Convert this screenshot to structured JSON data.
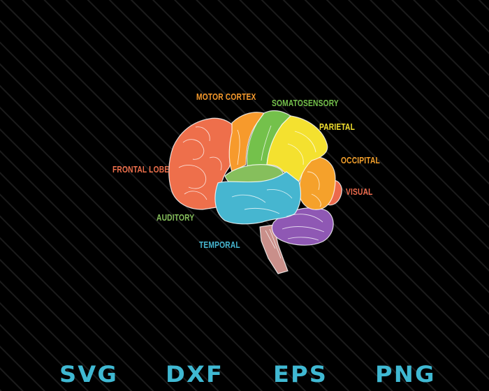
{
  "labels": {
    "motor_cortex": "MOTOR CORTEX",
    "somatosensory": "SOMATOSENSORY",
    "parietal": "PARIETAL",
    "occipital": "OCCIPITAL",
    "frontal_lobe": "FRONTAL LOBE",
    "visual": "VISUAL",
    "auditory": "AUDITORY",
    "temporal": "TEMPORAL"
  },
  "formats": [
    "SVG",
    "DXF",
    "EPS",
    "PNG"
  ],
  "colors": {
    "background": "#000000",
    "frontal": "#ee6f4b",
    "motor": "#f79a2c",
    "somatosensory": "#74c14b",
    "parietal": "#f4e12f",
    "occipital": "#f5a12b",
    "visual": "#ec6a4c",
    "temporal": "#46b6d0",
    "auditory": "#86bf5c",
    "cerebellum": "#8f58b4",
    "brainstem": "#c98f8a",
    "format_text": "#3fb8d2"
  }
}
